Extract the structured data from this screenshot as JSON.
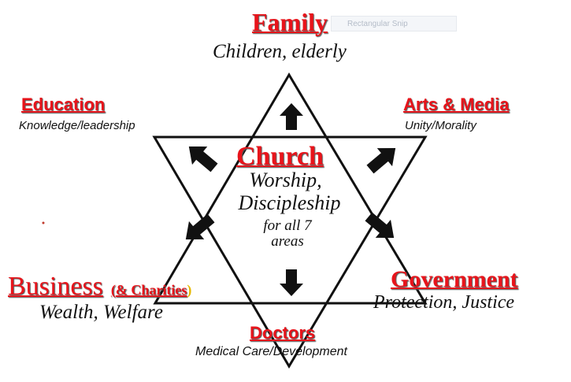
{
  "snip_label": "Rectangular Snip",
  "family": {
    "title": "Family",
    "subtitle": "Children, elderly"
  },
  "education": {
    "title": "Education",
    "subtitle": "Knowledge/leadership"
  },
  "arts": {
    "title": "Arts & Media",
    "subtitle": "Unity/Morality"
  },
  "church": {
    "title": "Church",
    "line1": "Worship,",
    "line2": "Discipleship",
    "line3": "for all 7",
    "line4": "areas"
  },
  "business": {
    "title": "Business",
    "paren_open": "(",
    "paren_word": "& Charities",
    "paren_close": ")",
    "subtitle": "Wealth, Welfare"
  },
  "government": {
    "title": "Government",
    "subtitle": "Protection, Justice"
  },
  "doctors": {
    "title": "Doctors",
    "subtitle": "Medical Care/Development"
  },
  "colors": {
    "accent_red": "#e8141b",
    "paren_yellow": "#e6b800",
    "ink": "#111111"
  }
}
